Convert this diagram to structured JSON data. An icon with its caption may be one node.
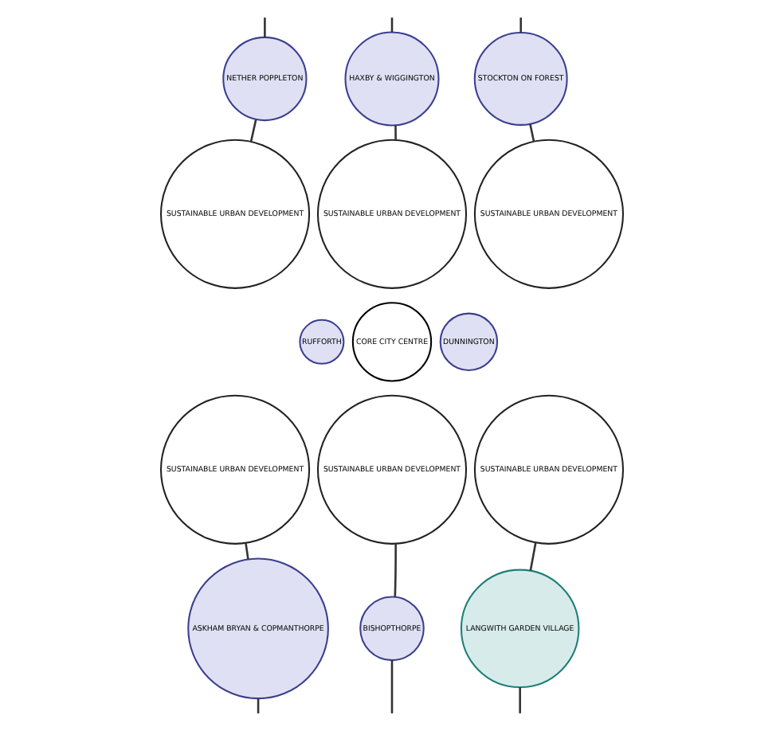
{
  "diagram": {
    "nodes": [
      {
        "text": [
          "HAXBY & WIGGINGTON"
        ]
      },
      {
        "text": [
          "NETHER POPPLETON"
        ]
      },
      {
        "text": [
          "STOCKTON ON FOREST"
        ]
      },
      {
        "text": [
          "RUFFORTH"
        ]
      },
      {
        "text": [
          "DUNNINGTON"
        ]
      },
      {
        "text": [
          "ASKHAM BRYAN & COPMANTHORPE"
        ]
      },
      {
        "text": [
          "BISHOPTHORPE"
        ]
      },
      {
        "text": [
          "LANGWITH GARDEN VILLAGE"
        ]
      },
      {
        "text": [
          "SUSTAINABLE URBAN DEVELOPMENT"
        ]
      },
      {
        "text": [
          "SUSTAINABLE URBAN DEVELOPMENT"
        ]
      },
      {
        "text": [
          "SUSTAINABLE URBAN DEVELOPMENT"
        ]
      },
      {
        "text": [
          "CORE CITY CENTRE"
        ]
      },
      {
        "text": [
          "SUSTAINABLE URBAN DEVELOPMENT"
        ]
      },
      {
        "text": [
          "SUSTAINABLE URBAN DEVELOPMENT"
        ]
      },
      {
        "text": [
          "SUSTAINABLE URBAN DEVELOPMENT"
        ]
      }
    ],
    "edges": [
      {
        "from": null,
        "to": 0,
        "arrow": "none"
      },
      {
        "from": null,
        "to": 1,
        "arrow": "none"
      },
      {
        "from": null,
        "to": 2,
        "arrow": "none"
      },
      {
        "from": 0,
        "to": 8,
        "arrow": "none"
      },
      {
        "from": 1,
        "to": 9,
        "arrow": "none"
      },
      {
        "from": 2,
        "to": 10,
        "arrow": "none"
      },
      {
        "from": 12,
        "to": 5,
        "arrow": "none"
      },
      {
        "from": 14,
        "to": 6,
        "arrow": "none"
      },
      {
        "from": 13,
        "to": 7,
        "arrow": "none"
      },
      {
        "from": 5,
        "to": null,
        "arrow": "none"
      },
      {
        "from": 6,
        "to": null,
        "arrow": "none"
      },
      {
        "from": 7,
        "to": null,
        "arrow": "none"
      }
    ]
  }
}
